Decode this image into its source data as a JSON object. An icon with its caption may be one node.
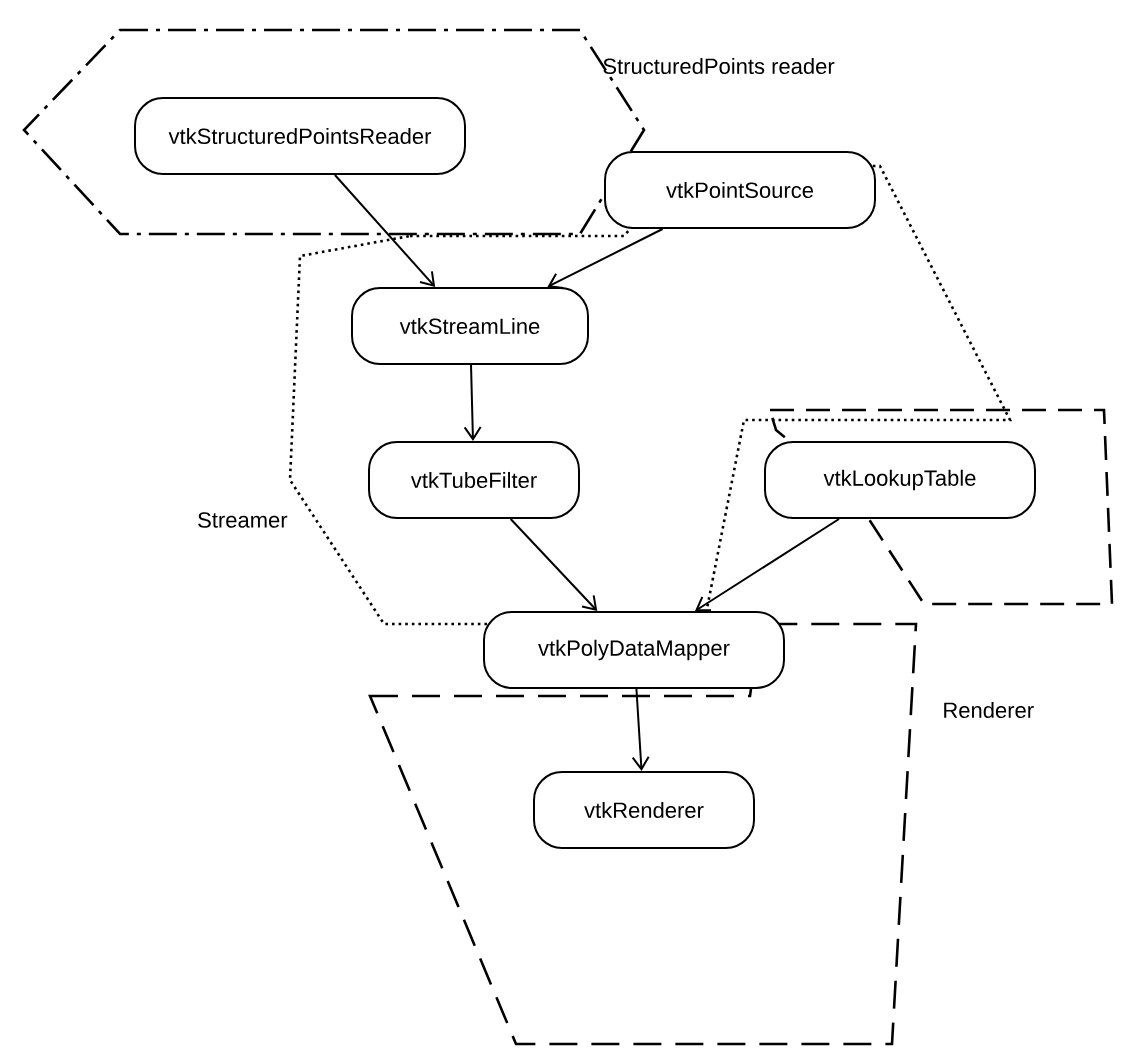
{
  "diagram": {
    "nodes": [
      {
        "text": [
          "StructuredPoints reader"
        ]
      },
      {
        "text": [
          "vtkStructuredPointsReader"
        ],
        "in": 0
      },
      {
        "text": [
          "Streamer"
        ]
      },
      {
        "text": [
          "vtkPointSource"
        ],
        "in": 2
      },
      {
        "text": [
          "vtkStreamLine"
        ],
        "in": 2
      },
      {
        "text": [
          "vtkTubeFilter"
        ],
        "in": 2
      },
      {
        "text": [],
        "shape": "box"
      },
      {
        "text": [
          "vtkLookupTable"
        ],
        "in": 6
      },
      {
        "text": [
          "Renderer"
        ]
      },
      {
        "text": [
          "vtkPolyDataMapper"
        ],
        "in": 8
      },
      {
        "text": [
          "vtkRenderer"
        ],
        "in": 8
      }
    ],
    "edges": [
      {
        "from": 1,
        "to": 4,
        "arrow": "to"
      },
      {
        "from": 3,
        "to": 4,
        "arrow": "to"
      },
      {
        "from": 4,
        "to": 5,
        "arrow": "to"
      },
      {
        "from": 5,
        "to": 9,
        "arrow": "to"
      },
      {
        "from": 7,
        "to": 9,
        "arrow": "to"
      },
      {
        "from": 9,
        "to": 10,
        "arrow": "to"
      }
    ]
  }
}
